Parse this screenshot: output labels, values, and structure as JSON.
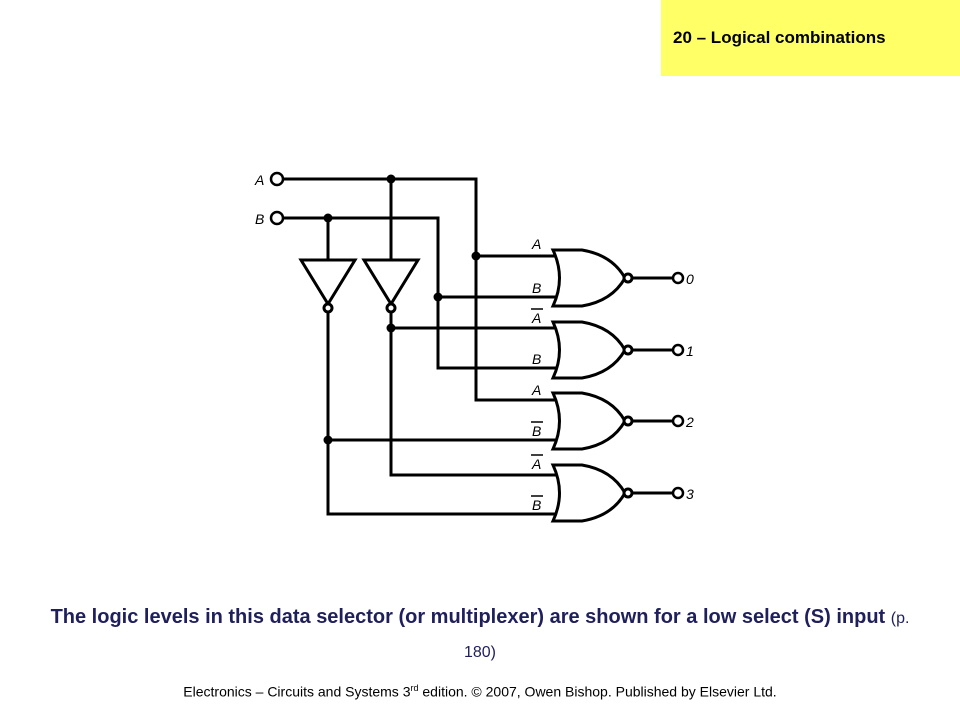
{
  "header": {
    "title": "20 – Logical combinations"
  },
  "diagram": {
    "inputs": [
      "A",
      "B"
    ],
    "gate_inputs": [
      {
        "top": "A",
        "bottom": "B",
        "top_overbar": false,
        "bottom_overbar": false
      },
      {
        "top": "A",
        "bottom": "B",
        "top_overbar": true,
        "bottom_overbar": false
      },
      {
        "top": "A",
        "bottom": "B",
        "top_overbar": false,
        "bottom_overbar": true
      },
      {
        "top": "A",
        "bottom": "B",
        "top_overbar": true,
        "bottom_overbar": true
      }
    ],
    "outputs": [
      "0",
      "1",
      "2",
      "3"
    ]
  },
  "caption": {
    "main": "The logic levels in this data selector (or multiplexer) are shown for a low select (S) input",
    "page_ref": "(p. 180)"
  },
  "footer": {
    "pre": "Electronics – Circuits and Systems 3",
    "sup": "rd",
    "post": " edition. © 2007, Owen Bishop. Published by Elsevier Ltd."
  }
}
